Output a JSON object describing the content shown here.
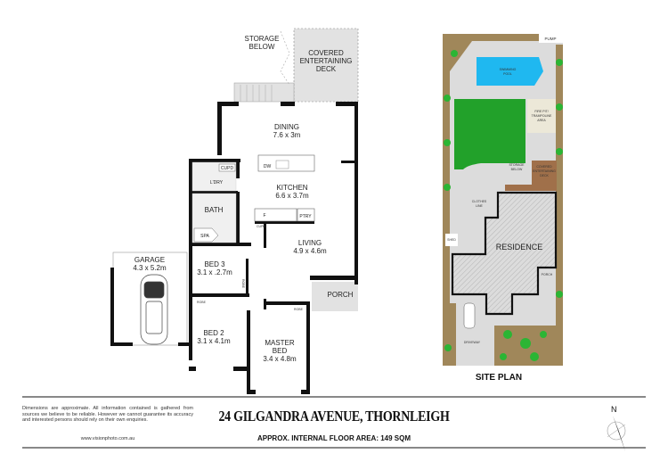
{
  "floor_plan": {
    "rooms": {
      "storage": "STORAGE",
      "storage2": "BELOW",
      "deck1": "COVERED",
      "deck2": "ENTERTAINING",
      "deck3": "DECK",
      "dining": "DINING",
      "dining_dim": "7.6 x 3m",
      "kitchen": "KITCHEN",
      "kitchen_dim": "6.6 x 3.7m",
      "dw": "DW",
      "cupd": "CUPD",
      "cupd_small": "CUPD",
      "ldry": "L'DRY",
      "bath": "BATH",
      "spa": "SPA",
      "fridge": "F",
      "ptry": "PTRY",
      "living": "LIVING",
      "living_dim": "4.9 x 4.6m",
      "porch": "PORCH",
      "garage": "GARAGE",
      "garage_dim": "4.3 x 5.2m",
      "bed3": "BED 3",
      "bed3_dim": "3.1 x .2.7m",
      "robe_bed3": "ROBE",
      "robe_bed2": "ROBE",
      "robe_master": "ROBE",
      "bed2": "BED 2",
      "bed2_dim": "3.1 x 4.1m",
      "master1": "MASTER",
      "master2": "BED",
      "master_dim": "3.4 x 4.8m"
    }
  },
  "site_plan": {
    "title": "SITE PLAN",
    "labels": {
      "pump": "PUMP",
      "pool1": "SWIMMING",
      "pool2": "POOL",
      "firepit1": "FIRE PIT/",
      "firepit2": "TRAMPOLINE",
      "firepit3": "AREA",
      "storage1": "STORAGE",
      "storage2": "BELOW",
      "deck1": "COVERED",
      "deck2": "ENTERTAINING",
      "deck3": "DECK",
      "clothes1": "CLOTHES",
      "clothes2": "LINE",
      "shed": "SHED",
      "residence": "RESIDENCE",
      "porch": "PORCH",
      "driveway": "DRIVEWAY"
    },
    "colors": {
      "pool": "#1fb8f0",
      "lawn": "#22a12a",
      "garden": "#a0875a",
      "paving": "#dcdcdc",
      "deck": "#a0704a"
    }
  },
  "footer": {
    "disclaimer": "Dimensions are approximate. All information contained is gathered from sources we believe to be reliable. However we cannot guarantee its accuracy and interested persons should rely on their own enquiries.",
    "url": "www.visionphoto.com.au",
    "address": "24 GILGANDRA AVENUE,  THORNLEIGH",
    "floor_area": "APPROX. INTERNAL FLOOR AREA: 149 SQM",
    "compass_label": "N"
  }
}
